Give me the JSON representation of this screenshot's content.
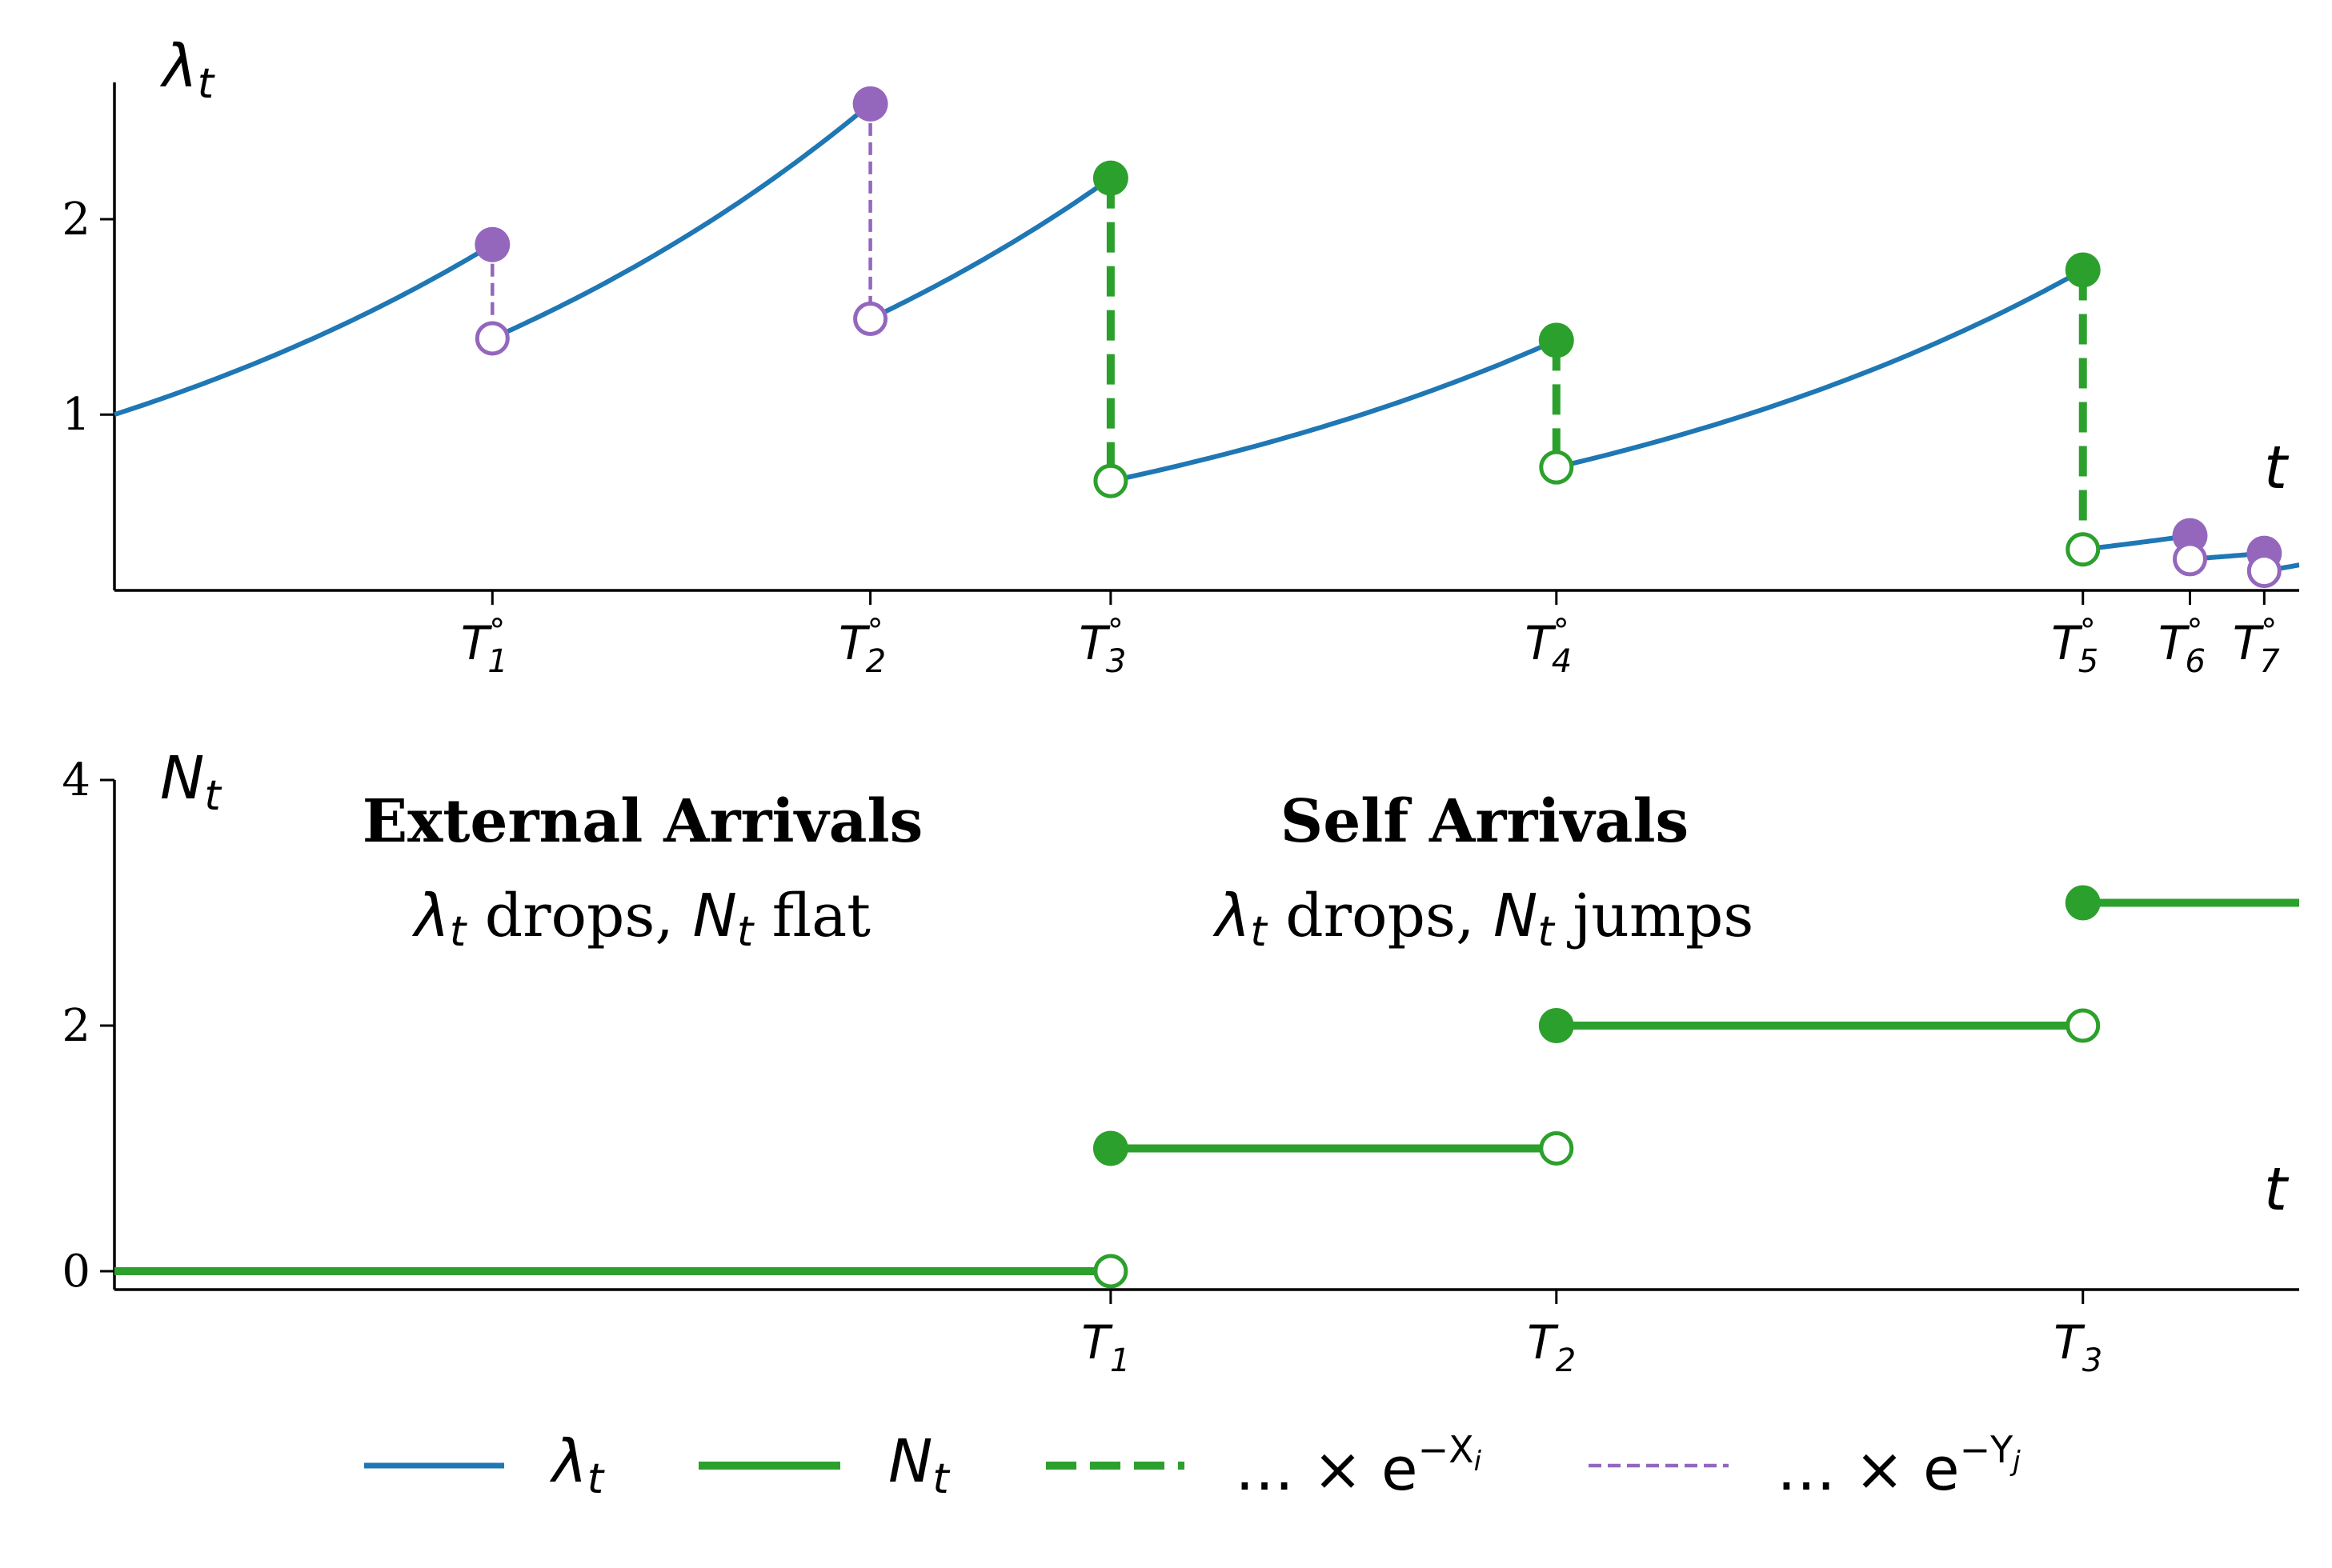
{
  "colors": {
    "lambda": "#1f77b4",
    "counting": "#2ca02c",
    "external": "#9467bd",
    "axis": "#000000"
  },
  "chart_data": [
    {
      "type": "line",
      "ylabel": "λ_t",
      "xlabel": "t",
      "xlim": [
        0,
        10
      ],
      "ylim": [
        0.1,
        2.7
      ],
      "yticks": [
        "1",
        "2"
      ],
      "ytick_values": [
        1,
        2
      ],
      "xticks": [
        "T°1",
        "T°2",
        "T°3",
        "T°4",
        "T°5",
        "T°6",
        "T°7"
      ],
      "jumps": [
        {
          "t": 1.73,
          "label": "T°1",
          "kind": "external",
          "before": 1.87,
          "after": 1.39
        },
        {
          "t": 3.46,
          "label": "T°2",
          "kind": "external",
          "before": 2.59,
          "after": 1.49
        },
        {
          "t": 4.56,
          "label": "T°3",
          "kind": "self",
          "before": 2.21,
          "after": 0.66
        },
        {
          "t": 6.6,
          "label": "T°4",
          "kind": "self",
          "before": 1.38,
          "after": 0.73
        },
        {
          "t": 9.01,
          "label": "T°5",
          "kind": "self",
          "before": 1.74,
          "after": 0.31
        },
        {
          "t": 9.5,
          "label": "T°6",
          "kind": "external",
          "before": 0.38,
          "after": 0.26
        },
        {
          "t": 9.84,
          "label": "T°7",
          "kind": "external",
          "before": 0.29,
          "after": 0.2
        }
      ],
      "start_value": 1.0,
      "end_value": 0.23,
      "legend": [
        "λ_t",
        "N_t",
        "… × e^{−X_i}",
        "… × e^{−Y_j}"
      ]
    },
    {
      "type": "line",
      "ylabel": "N_t",
      "xlabel": "t",
      "xlim": [
        0,
        10
      ],
      "ylim": [
        -0.15,
        4
      ],
      "yticks": [
        "0",
        "2",
        "4"
      ],
      "ytick_values": [
        0,
        2,
        4
      ],
      "xticks": [
        "T1",
        "T2",
        "T3"
      ],
      "steps": [
        {
          "from": 0,
          "to": 4.56,
          "value": 0
        },
        {
          "from": 4.56,
          "to": 6.6,
          "value": 1
        },
        {
          "from": 6.6,
          "to": 9.01,
          "value": 2
        },
        {
          "from": 9.01,
          "to": 10,
          "value": 3
        }
      ],
      "annotations": [
        {
          "title": "External Arrivals",
          "subtitle": "λ_t drops, N_t flat"
        },
        {
          "title": "Self Arrivals",
          "subtitle": "λ_t drops, N_t jumps"
        }
      ]
    }
  ],
  "labels": {
    "top_ylabel_sym": "λ",
    "top_ylabel_sub": "t",
    "bottom_ylabel_sym": "N",
    "bottom_ylabel_sub": "t",
    "t_label": "t",
    "annot_ext_title": "External Arrivals",
    "annot_ext_lambda": "λ",
    "annot_ext_sub1": "t",
    "annot_ext_mid": " drops, ",
    "annot_ext_N": "N",
    "annot_ext_sub2": "t",
    "annot_ext_end": " flat",
    "annot_self_title": "Self Arrivals",
    "annot_self_lambda": "λ",
    "annot_self_sub1": "t",
    "annot_self_mid": " drops, ",
    "annot_self_N": "N",
    "annot_self_sub2": "t",
    "annot_self_end": " jumps",
    "legend_lambda_sym": "λ",
    "legend_lambda_sub": "t",
    "legend_N_sym": "N",
    "legend_N_sub": "t",
    "legend_X_prefix": "… × e",
    "legend_X_exp": "−X",
    "legend_X_sub": "i",
    "legend_Y_prefix": "… × e",
    "legend_Y_exp": "−Y",
    "legend_Y_sub": "j",
    "top_xtick_T": "T",
    "top_xtick_deg": "°",
    "top_xtick_subs": [
      "1",
      "2",
      "3",
      "4",
      "5",
      "6",
      "7"
    ],
    "bottom_xtick_T": "T",
    "bottom_xtick_subs": [
      "1",
      "2",
      "3"
    ],
    "top_ytick_1": "1",
    "top_ytick_2": "2",
    "bottom_ytick_0": "0",
    "bottom_ytick_2": "2",
    "bottom_ytick_4": "4"
  }
}
